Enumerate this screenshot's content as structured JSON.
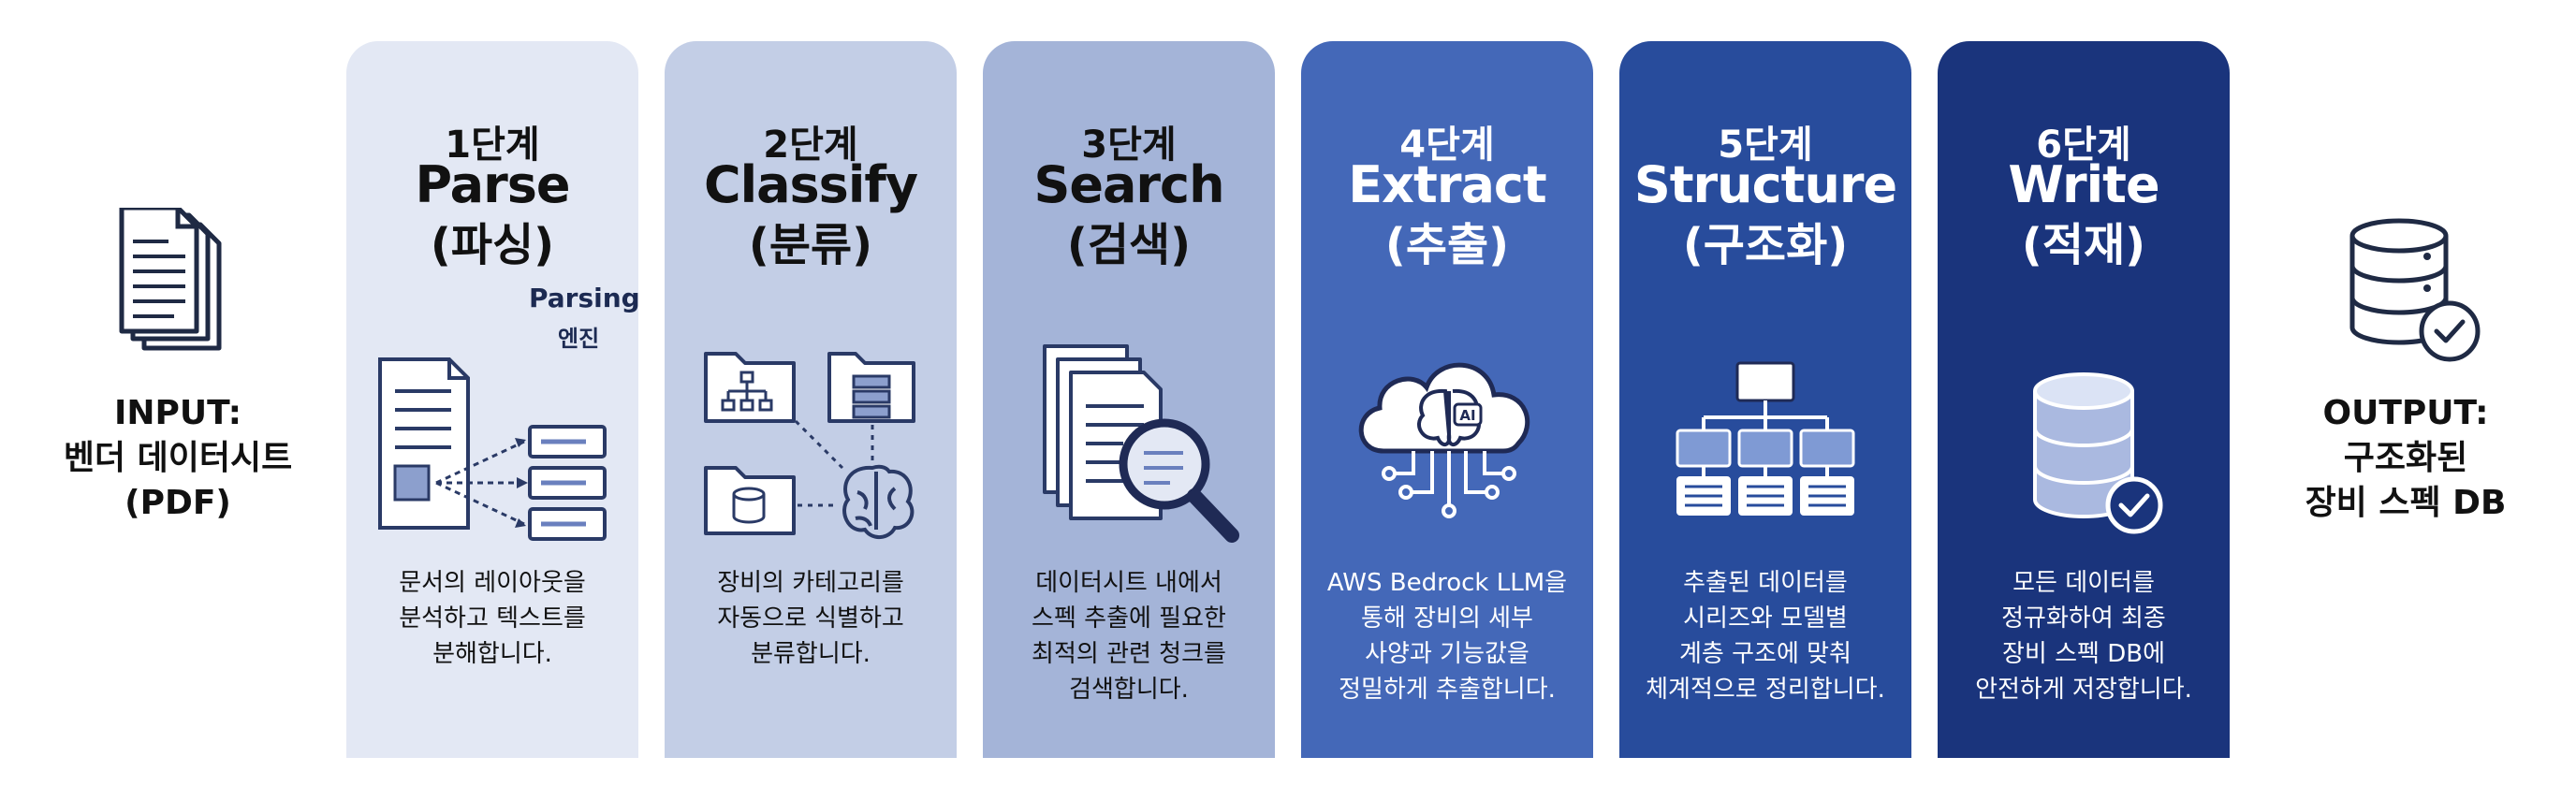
{
  "input": {
    "title": "INPUT:",
    "line1": "벤더 데이터시트",
    "line2": "(PDF)",
    "icon": "documents-icon"
  },
  "output": {
    "title": "OUTPUT:",
    "line1": "구조화된",
    "line2": "장비 스펙 DB",
    "icon": "database-check-icon"
  },
  "stages": [
    {
      "num": "1단계",
      "name": "Parse",
      "kr": "(파싱)",
      "bg": "#e3e8f4",
      "text": "#111111",
      "extra1": "Parsing",
      "extra2": "엔진",
      "desc": [
        "문서의 레이아웃을",
        "분석하고 텍스트를",
        "분해합니다."
      ],
      "icon": "document-parsing-icon"
    },
    {
      "num": "2단계",
      "name": "Classify",
      "kr": "(분류)",
      "bg": "#c3cee6",
      "text": "#111111",
      "desc": [
        "장비의 카테고리를",
        "자동으로 식별하고",
        "분류합니다."
      ],
      "icon": "folders-brain-icon"
    },
    {
      "num": "3단계",
      "name": "Search",
      "kr": "(검색)",
      "bg": "#a4b4d8",
      "text": "#111111",
      "desc": [
        "데이터시트 내에서",
        "스펙 추출에 필요한",
        "최적의 관련 청크를",
        "검색합니다."
      ],
      "icon": "document-search-icon"
    },
    {
      "num": "4단계",
      "name": "Extract",
      "kr": "(추출)",
      "bg": "#4468b8",
      "text": "#ffffff",
      "desc": [
        "AWS Bedrock LLM을",
        "통해 장비의 세부",
        "사양과 기능값을",
        "정밀하게 추출합니다."
      ],
      "icon": "cloud-ai-brain-icon"
    },
    {
      "num": "5단계",
      "name": "Structure",
      "kr": "(구조화)",
      "bg": "#284c9c",
      "text": "#ffffff",
      "desc": [
        "추출된 데이터를",
        "시리즈와 모델별",
        "계층 구조에 맞춰",
        "체계적으로 정리합니다."
      ],
      "icon": "hierarchy-icon"
    },
    {
      "num": "6단계",
      "name": "Write",
      "kr": "(적재)",
      "bg": "#1a347c",
      "text": "#ffffff",
      "desc": [
        "모든 데이터를",
        "정규화하여 최종",
        "장비 스펙 DB에",
        "안전하게 저장합니다."
      ],
      "icon": "database-write-icon"
    }
  ]
}
